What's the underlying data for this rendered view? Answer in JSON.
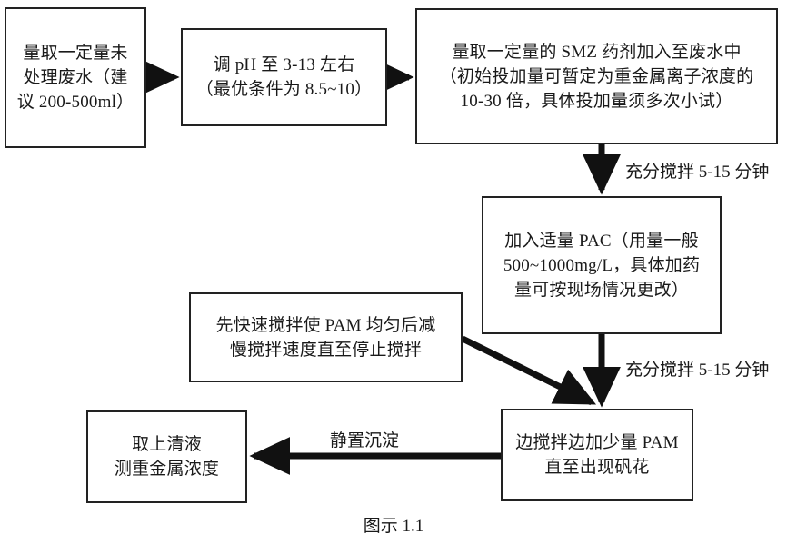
{
  "figure": {
    "caption": "图示 1.1"
  },
  "nodes": [
    {
      "id": "measure-wastewater",
      "lines": [
        "量取一定量未",
        "处理废水（建",
        "议 200-500ml）"
      ]
    },
    {
      "id": "adjust-ph",
      "lines": [
        "调 pH 至 3-13 左右",
        "（最优条件为 8.5~10）"
      ]
    },
    {
      "id": "add-smz",
      "lines": [
        "量取一定量的 SMZ 药剂加入至废水中",
        "（初始投加量可暂定为重金属离子浓度的",
        "10-30 倍，具体投加量须多次小试）"
      ]
    },
    {
      "id": "add-pac",
      "lines": [
        "加入适量 PAC（用量一般",
        "500~1000mg/L，具体加药",
        "量可按现场情况更改）"
      ]
    },
    {
      "id": "stir-pam-speed",
      "lines": [
        "先快速搅拌使 PAM 均匀后减",
        "慢搅拌速度直至停止搅拌"
      ]
    },
    {
      "id": "add-pam-floc",
      "lines": [
        "边搅拌边加少量 PAM",
        "直至出现矾花"
      ]
    },
    {
      "id": "supernatant",
      "lines": [
        "取上清液",
        "测重金属浓度"
      ]
    }
  ],
  "edge_labels": {
    "stir_after_smz": "充分搅拌 5-15 分钟",
    "stir_after_pac": "充分搅拌 5-15 分钟",
    "settle": "静置沉淀"
  },
  "colors": {
    "stroke": "#222222",
    "text": "#1a1a1a",
    "background": "#ffffff"
  }
}
